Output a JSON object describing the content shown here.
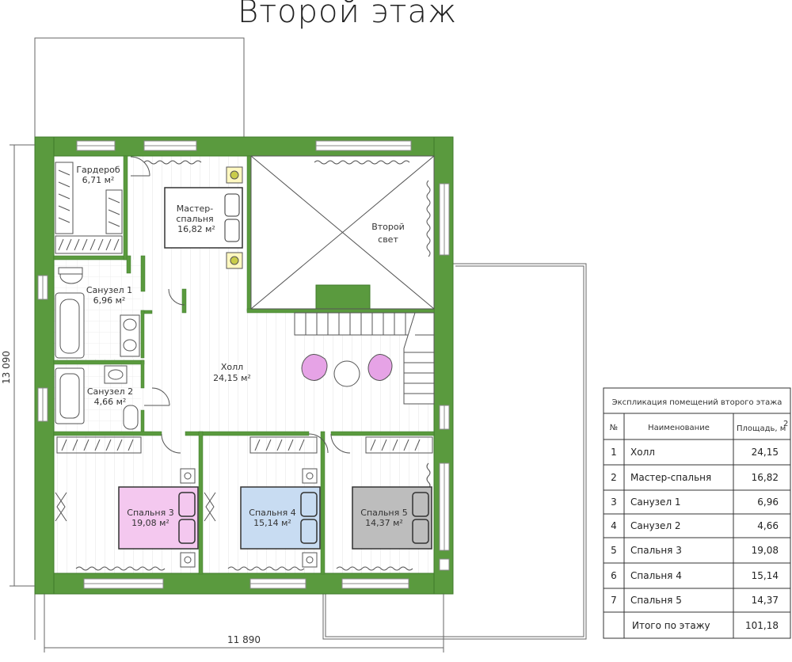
{
  "title": "Второй этаж",
  "rooms": [
    {
      "id": "garderob",
      "name": "Гардероб",
      "area": "6,71 м²"
    },
    {
      "id": "master",
      "name1": "Мастер-",
      "name2": "спальня",
      "area": "16,82 м²"
    },
    {
      "id": "second-light",
      "name1": "Второй",
      "name2": "свет"
    },
    {
      "id": "bath1",
      "name": "Санузел 1",
      "area": "6,96 м²"
    },
    {
      "id": "bath2",
      "name": "Санузел 2",
      "area": "4,66 м²"
    },
    {
      "id": "hall",
      "name": "Холл",
      "area": "24,15 м²"
    },
    {
      "id": "bed3",
      "name": "Спальня 3",
      "area": "19,08 м²"
    },
    {
      "id": "bed4",
      "name": "Спальня 4",
      "area": "15,14 м²"
    },
    {
      "id": "bed5",
      "name": "Спальня 5",
      "area": "14,37 м²"
    }
  ],
  "dimensions": {
    "height": "13 090",
    "width": "11 890"
  },
  "table": {
    "title": "Экспликация помещений второго этажа",
    "col_num": "№",
    "col_name": "Наименование",
    "col_area": "Площадь, м",
    "col_area_sup": "2",
    "rows": [
      {
        "n": "1",
        "name": "Холл",
        "area": "24,15"
      },
      {
        "n": "2",
        "name": "Мастер-спальня",
        "area": "16,82"
      },
      {
        "n": "3",
        "name": "Санузел 1",
        "area": "6,96"
      },
      {
        "n": "4",
        "name": "Санузел 2",
        "area": "4,66"
      },
      {
        "n": "5",
        "name": "Спальня 3",
        "area": "19,08"
      },
      {
        "n": "6",
        "name": "Спальня 4",
        "area": "15,14"
      },
      {
        "n": "7",
        "name": "Спальня 5",
        "area": "14,37"
      }
    ],
    "total_label": "Итого по этажу",
    "total_value": "101,18"
  },
  "colors": {
    "wall": "#5a9a3e",
    "bed3": "#f4c8ef",
    "bed4": "#c8dcf2",
    "bed5": "#bdbdbd",
    "armchair": "#e6a3e6",
    "shower_dot": "#c9cc4a"
  }
}
